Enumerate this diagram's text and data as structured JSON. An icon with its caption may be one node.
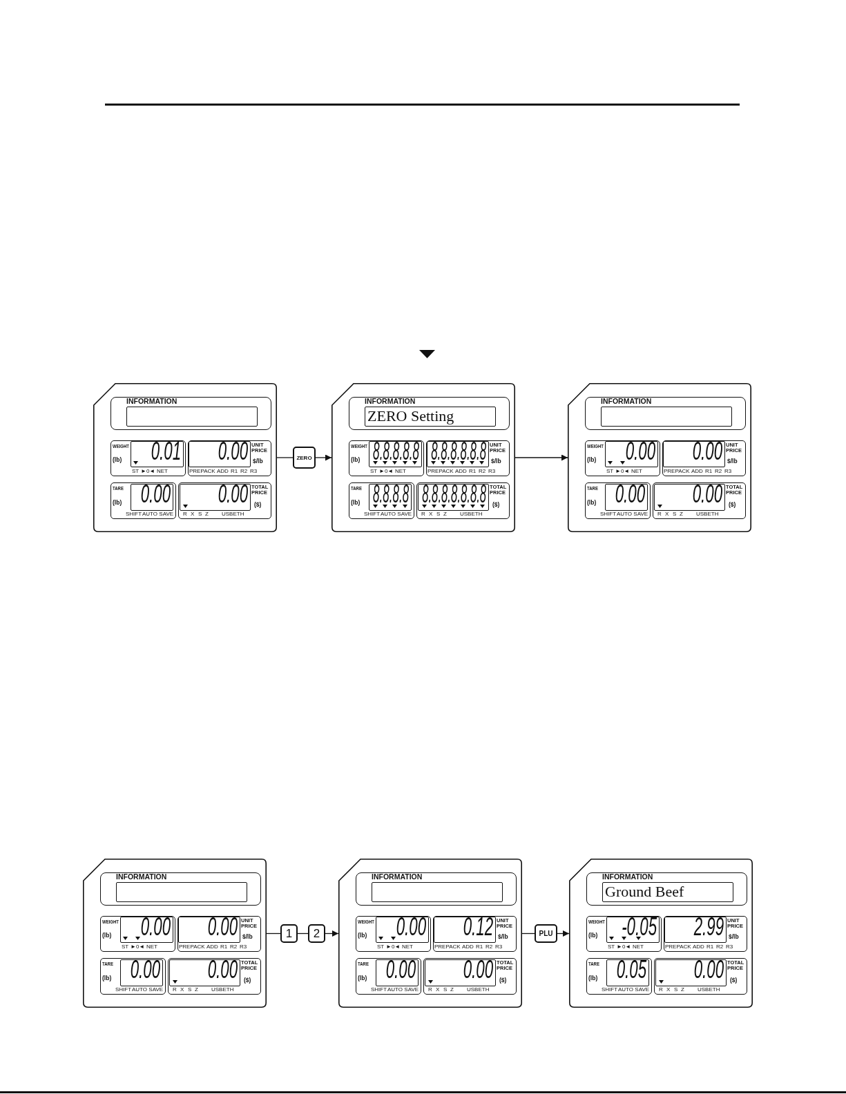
{
  "diagram": {
    "nodes": [
      {
        "text": [],
        "shape": "box"
      },
      {
        "text": [
          "INFORMATION"
        ],
        "in": 0
      },
      {
        "text": [],
        "shape": "box",
        "in": 1
      },
      {
        "text": [
          "WEIGHT",
          "(lb)",
          "0.01",
          "ST",
          "►0◄",
          "NET"
        ],
        "in": 0
      },
      {
        "text": [
          "0.00",
          "UNIT PRICE",
          "$/lb",
          "PREPACK",
          "ADD",
          "R1",
          "R2",
          "R3"
        ],
        "in": 0
      },
      {
        "text": [
          "TARE",
          "(lb)",
          "0.00",
          "SHIFT",
          "AUTO SAVE"
        ],
        "in": 0
      },
      {
        "text": [
          "0.00",
          "TOTAL PRICE",
          "($)",
          "R",
          "X",
          "S",
          "Z",
          "USBETH"
        ],
        "in": 0
      },
      {
        "text": [
          "ZERO"
        ]
      },
      {
        "text": [],
        "shape": "box"
      },
      {
        "text": [
          "INFORMATION"
        ],
        "in": 8
      },
      {
        "text": [
          "ZERO Setting"
        ],
        "in": 9
      },
      {
        "text": [
          "WEIGHT",
          "(lb)",
          "8.8.8.8.8",
          "ST",
          "►0◄",
          "NET"
        ],
        "in": 8
      },
      {
        "text": [
          "8.8.8.8.8.8",
          "UNIT PRICE",
          "$/lb",
          "PREPACK",
          "ADD",
          "R1",
          "R2",
          "R3"
        ],
        "in": 8
      },
      {
        "text": [
          "TARE",
          "(lb)",
          "8.8.8.8",
          "SHIFT",
          "AUTO SAVE"
        ],
        "in": 8
      },
      {
        "text": [
          "8.8.8.8.8.8.8",
          "TOTAL PRICE",
          "($)",
          "R",
          "X",
          "S",
          "Z",
          "USBETH"
        ],
        "in": 8
      },
      {
        "text": [],
        "shape": "box"
      },
      {
        "text": [
          "INFORMATION"
        ],
        "in": 15
      },
      {
        "text": [],
        "shape": "box",
        "in": 16
      },
      {
        "text": [
          "WEIGHT",
          "(lb)",
          "0.00",
          "ST",
          "►0◄",
          "NET"
        ],
        "in": 15
      },
      {
        "text": [
          "0.00",
          "UNIT PRICE",
          "$/lb",
          "PREPACK",
          "ADD",
          "R1",
          "R2",
          "R3"
        ],
        "in": 15
      },
      {
        "text": [
          "TARE",
          "(lb)",
          "0.00",
          "SHIFT",
          "AUTO SAVE"
        ],
        "in": 15
      },
      {
        "text": [
          "0.00",
          "TOTAL PRICE",
          "($)",
          "R",
          "X",
          "S",
          "Z",
          "USBETH"
        ],
        "in": 15
      },
      {
        "text": [],
        "shape": "box"
      },
      {
        "text": [
          "INFORMATION"
        ],
        "in": 22
      },
      {
        "text": [],
        "shape": "box",
        "in": 23
      },
      {
        "text": [
          "WEIGHT",
          "(lb)",
          "0.00",
          "ST",
          "►0◄",
          "NET"
        ],
        "in": 22
      },
      {
        "text": [
          "0.00",
          "UNIT PRICE",
          "$/lb",
          "PREPACK",
          "ADD",
          "R1",
          "R2",
          "R3"
        ],
        "in": 22
      },
      {
        "text": [
          "TARE",
          "(lb)",
          "0.00",
          "SHIFT",
          "AUTO SAVE"
        ],
        "in": 22
      },
      {
        "text": [
          "0.00",
          "TOTAL PRICE",
          "($)",
          "R",
          "X",
          "S",
          "Z",
          "USBETH"
        ],
        "in": 22
      },
      {
        "text": [
          "1"
        ]
      },
      {
        "text": [
          "2"
        ]
      },
      {
        "text": [],
        "shape": "box"
      },
      {
        "text": [
          "INFORMATION"
        ],
        "in": 31
      },
      {
        "text": [],
        "shape": "box",
        "in": 32
      },
      {
        "text": [
          "WEIGHT",
          "(lb)",
          "0.00",
          "ST",
          "►0◄",
          "NET"
        ],
        "in": 31
      },
      {
        "text": [
          "0.12",
          "UNIT PRICE",
          "$/lb",
          "PREPACK",
          "ADD",
          "R1",
          "R2",
          "R3"
        ],
        "in": 31
      },
      {
        "text": [
          "TARE",
          "(lb)",
          "0.00",
          "SHIFT",
          "AUTO SAVE"
        ],
        "in": 31
      },
      {
        "text": [
          "0.00",
          "TOTAL PRICE",
          "($)",
          "R",
          "X",
          "S",
          "Z",
          "USBETH"
        ],
        "in": 31
      },
      {
        "text": [
          "PLU"
        ]
      },
      {
        "text": [],
        "shape": "box"
      },
      {
        "text": [
          "INFORMATION"
        ],
        "in": 39
      },
      {
        "text": [
          "Ground Beef"
        ],
        "in": 40
      },
      {
        "text": [
          "WEIGHT",
          "(lb)",
          "-0.05",
          "ST",
          "►0◄",
          "NET"
        ],
        "in": 39
      },
      {
        "text": [
          "2.99",
          "UNIT PRICE",
          "$/lb",
          "PREPACK",
          "ADD",
          "R1",
          "R2",
          "R3"
        ],
        "in": 39
      },
      {
        "text": [
          "TARE",
          "(lb)",
          "0.05",
          "SHIFT",
          "AUTO SAVE"
        ],
        "in": 39
      },
      {
        "text": [
          "0.00",
          "TOTAL PRICE",
          "($)",
          "R",
          "X",
          "S",
          "Z",
          "USBETH"
        ],
        "in": 39
      }
    ],
    "edges": [
      {
        "from": 0,
        "to": 7,
        "arrow": "none"
      },
      {
        "from": 7,
        "to": 8,
        "arrow": "to"
      },
      {
        "from": 8,
        "to": 15,
        "arrow": "to"
      },
      {
        "from": 22,
        "to": 29,
        "arrow": "none"
      },
      {
        "from": 29,
        "to": 30,
        "arrow": "none"
      },
      {
        "from": 30,
        "to": 31,
        "arrow": "to"
      },
      {
        "from": 31,
        "to": 38,
        "arrow": "none"
      },
      {
        "from": 38,
        "to": 39,
        "arrow": "to"
      }
    ]
  }
}
